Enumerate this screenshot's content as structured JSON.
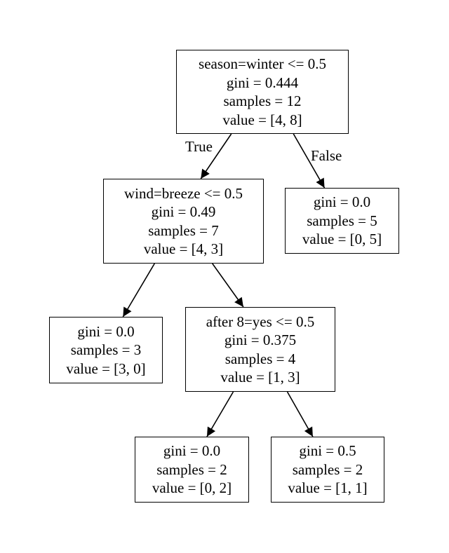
{
  "tree": {
    "nodes": [
      {
        "id": "root",
        "lines": [
          "season=winter <= 0.5",
          "gini = 0.444",
          "samples = 12",
          "value = [4, 8]"
        ]
      },
      {
        "id": "n1",
        "lines": [
          "wind=breeze <= 0.5",
          "gini = 0.49",
          "samples = 7",
          "value = [4, 3]"
        ]
      },
      {
        "id": "n2",
        "lines": [
          "gini = 0.0",
          "samples = 5",
          "value = [0, 5]"
        ]
      },
      {
        "id": "n3",
        "lines": [
          "gini = 0.0",
          "samples = 3",
          "value = [3, 0]"
        ]
      },
      {
        "id": "n4",
        "lines": [
          "after 8=yes <= 0.5",
          "gini = 0.375",
          "samples = 4",
          "value = [1, 3]"
        ]
      },
      {
        "id": "n5",
        "lines": [
          "gini = 0.0",
          "samples = 2",
          "value = [0, 2]"
        ]
      },
      {
        "id": "n6",
        "lines": [
          "gini = 0.5",
          "samples = 2",
          "value = [1, 1]"
        ]
      }
    ],
    "edges": [
      {
        "from": "root",
        "to": "n1",
        "label": "True"
      },
      {
        "from": "root",
        "to": "n2",
        "label": "False"
      },
      {
        "from": "n1",
        "to": "n3",
        "label": ""
      },
      {
        "from": "n1",
        "to": "n4",
        "label": ""
      },
      {
        "from": "n4",
        "to": "n5",
        "label": ""
      },
      {
        "from": "n4",
        "to": "n6",
        "label": ""
      }
    ]
  }
}
